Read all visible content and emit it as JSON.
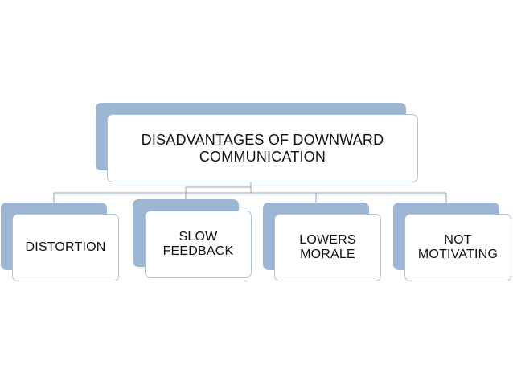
{
  "diagram": {
    "root": {
      "label": "DISADVANTAGES OF DOWNWARD\nCOMMUNICATION"
    },
    "children": [
      {
        "label": "DISTORTION"
      },
      {
        "label": "SLOW\nFEEDBACK"
      },
      {
        "label": "LOWERS\nMORALE"
      },
      {
        "label": "NOT\nMOTIVATING"
      }
    ]
  },
  "colors": {
    "shadow": "#9cb6d4",
    "border": "#aac3dd",
    "connector": "#8aa6c2"
  }
}
